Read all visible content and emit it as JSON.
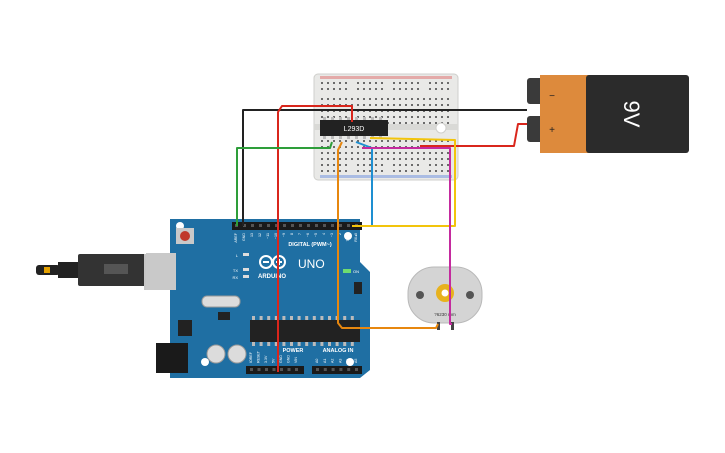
{
  "battery": {
    "label": "9V",
    "minus": "−",
    "plus": "+",
    "body_color": "#dd8a3c",
    "cap_color": "#2b2b2b"
  },
  "chip": {
    "label": "L293D"
  },
  "arduino": {
    "brand": "ARDUINO",
    "model": "UNO",
    "digital_label": "DIGITAL (PWM~)",
    "power_label": "POWER",
    "analog_label": "ANALOG IN",
    "on_label": "ON",
    "l_label": "L",
    "tx_label": "TX",
    "rx_label": "RX",
    "board_color": "#1f6fa3",
    "digital_pins": [
      "AREF",
      "GND",
      "13",
      "12",
      "~11",
      "~10",
      "~9",
      "8",
      "7",
      "~6",
      "~5",
      "4",
      "~3",
      "2",
      "TX▸1",
      "RX◂0"
    ],
    "power_pins": [
      "IOREF",
      "RESET",
      "3.3V",
      "5V",
      "GND",
      "GND",
      "VIN"
    ],
    "analog_pins": [
      "A0",
      "A1",
      "A2",
      "A3",
      "A4",
      "A5"
    ]
  },
  "motor": {
    "label": "?6230 rpm"
  },
  "wire_colors": {
    "black": "#222222",
    "red": "#d9261c",
    "green": "#2e9e3a",
    "blue": "#1e8fd1",
    "orange": "#e7870f",
    "yellow": "#f2c40c",
    "magenta": "#c42a9e"
  }
}
